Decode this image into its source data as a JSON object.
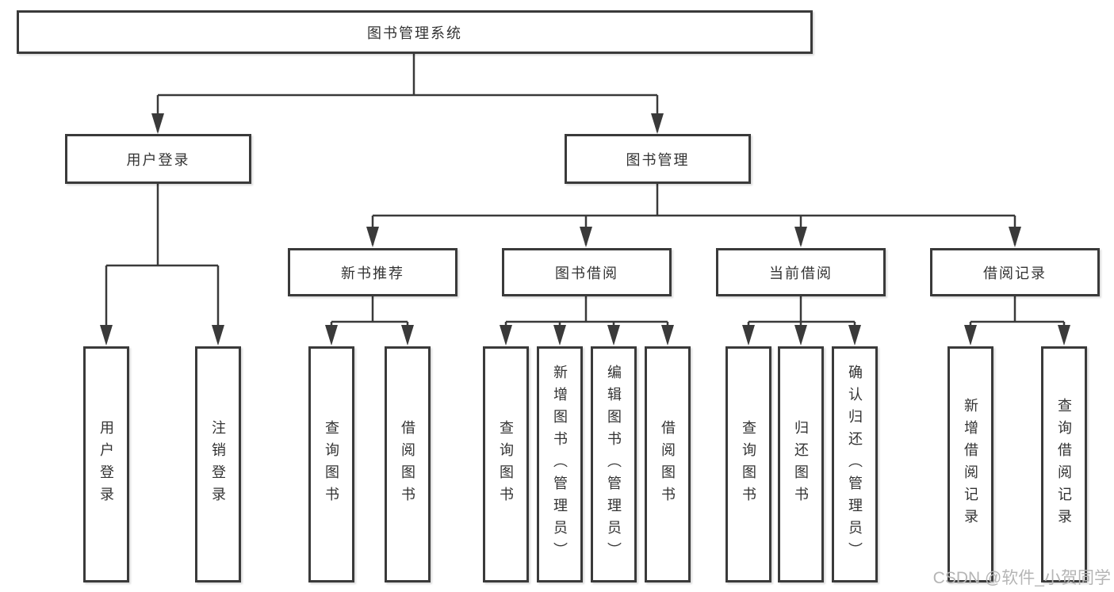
{
  "diagram": {
    "root": {
      "label": "图书管理系统"
    },
    "children": [
      {
        "label": "用户登录",
        "children": [
          {
            "label": "用户登录"
          },
          {
            "label": "注销登录"
          }
        ]
      },
      {
        "label": "图书管理",
        "children": [
          {
            "label": "新书推荐",
            "children": [
              {
                "label": "查询图书"
              },
              {
                "label": "借阅图书"
              }
            ]
          },
          {
            "label": "图书借阅",
            "children": [
              {
                "label": "查询图书"
              },
              {
                "label": "新增图书（管理员）"
              },
              {
                "label": "编辑图书（管理员）"
              },
              {
                "label": "借阅图书"
              }
            ]
          },
          {
            "label": "当前借阅",
            "children": [
              {
                "label": "查询图书"
              },
              {
                "label": "归还图书"
              },
              {
                "label": "确认归还（管理员）"
              }
            ]
          },
          {
            "label": "借阅记录",
            "children": [
              {
                "label": "新增借阅记录"
              },
              {
                "label": "查询借阅记录"
              }
            ]
          }
        ]
      }
    ]
  },
  "watermark": {
    "text": "CSDN @软件_小贺同学"
  },
  "colors": {
    "line": "#3a3a3a",
    "border": "#3a3a3a",
    "text": "#333333",
    "watermark": "#b5b5b5",
    "background": "#ffffff"
  }
}
